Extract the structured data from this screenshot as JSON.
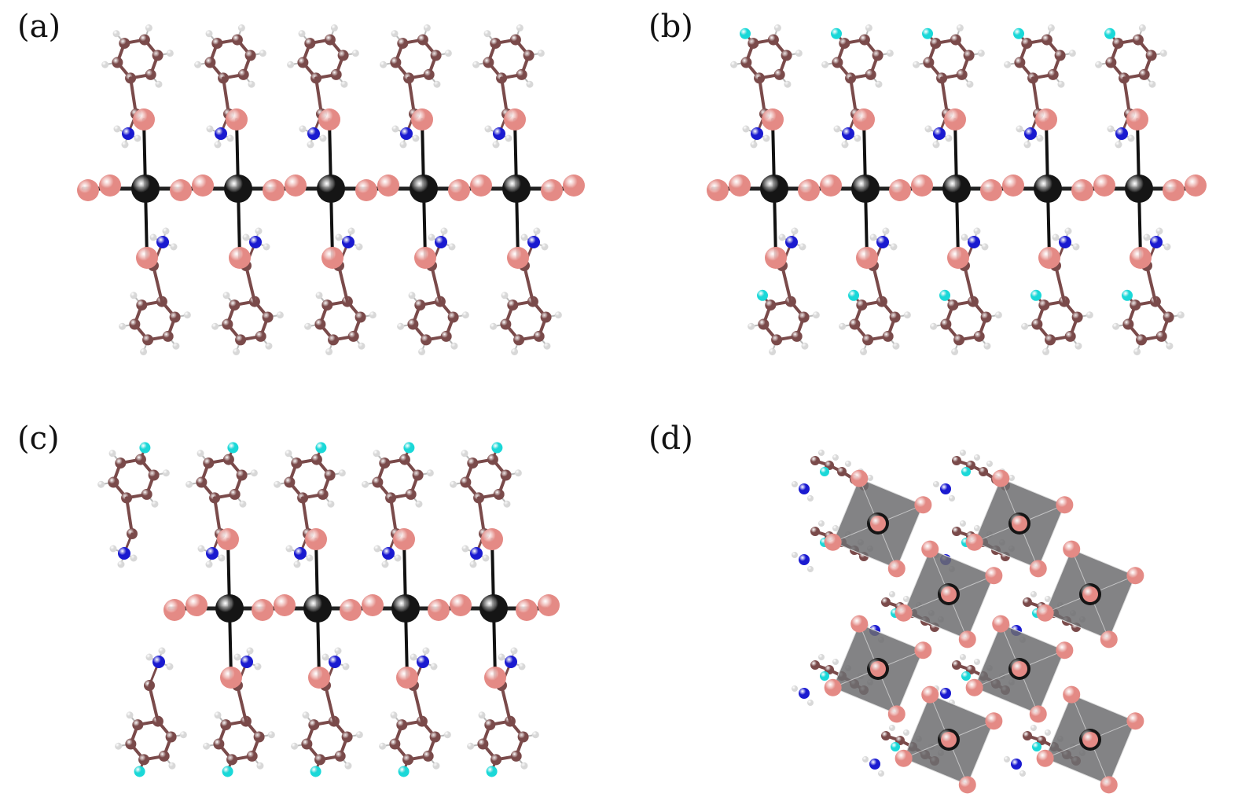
{
  "panels": [
    {
      "id": "a",
      "label": "(a)",
      "view": "side",
      "pos": "top-left",
      "cells": 5,
      "fluorine": "none"
    },
    {
      "id": "b",
      "label": "(b)",
      "view": "side",
      "pos": "top-right",
      "cells": 5,
      "fluorine": "ortho"
    },
    {
      "id": "c",
      "label": "(c)",
      "view": "side",
      "pos": "bottom-left",
      "cells": 4,
      "fluorine": "para"
    },
    {
      "id": "d",
      "label": "(d)",
      "view": "top",
      "pos": "bottom-right",
      "octahedra": 8
    }
  ],
  "colors": {
    "carbon": "#7a4a4a",
    "hydrogen": "#d8d8d8",
    "nitrogen": "#1a1ad0",
    "halide": "#e48a85",
    "metal": "#151515",
    "fluorine": "#1ad8d8",
    "octahedron": "#6d6d70"
  }
}
